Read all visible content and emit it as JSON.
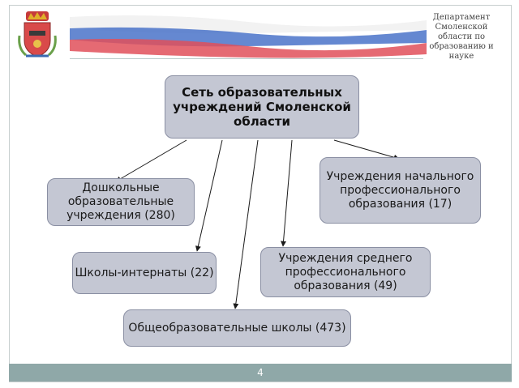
{
  "header": {
    "department": "Департамент Смоленской области по образованию и науке"
  },
  "diagram": {
    "root": "Сеть образовательных учреждений Смоленской области",
    "nodes": {
      "preschool": "Дошкольные образовательные учреждения (280)",
      "vocational_primary": "Учреждения начального профессионального образования (17)",
      "boarding": "Школы-интернаты (22)",
      "vocational_secondary": "Учреждения среднего профессионального образования (49)",
      "schools": "Общеобразовательные школы (473)"
    }
  },
  "footer": {
    "page_number": "4"
  },
  "colors": {
    "box_fill": "#c4c7d3",
    "footer": "#8fa8a8",
    "flag_white": "#f2f2f2",
    "flag_blue": "#4a73c9",
    "flag_red": "#e0505a"
  }
}
